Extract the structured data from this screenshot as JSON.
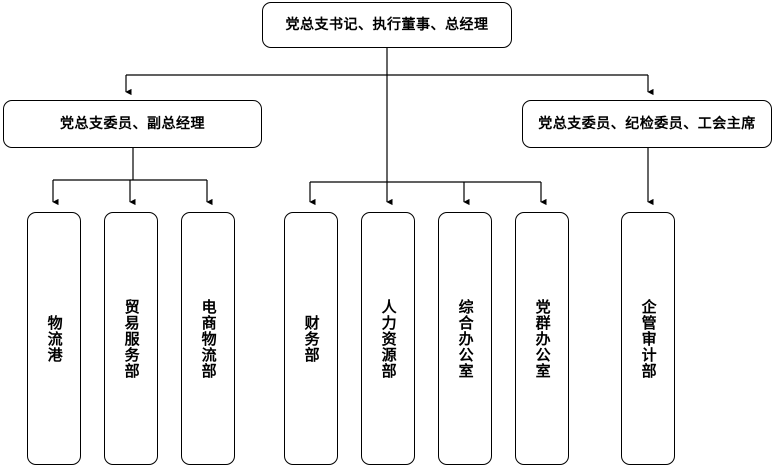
{
  "chart_data": {
    "type": "diagram",
    "diagram_kind": "organizational-chart",
    "title": "",
    "orientation": "top-down",
    "levels": 3,
    "nodes": [
      {
        "id": "n1",
        "label": "党总支书记、执行董事、总经理",
        "level": 1,
        "text_direction": "horizontal"
      },
      {
        "id": "n2",
        "label": "党总支委员、副总经理",
        "level": 2,
        "text_direction": "horizontal"
      },
      {
        "id": "n3",
        "label": "党总支委员、纪检委员、工会主席",
        "level": 2,
        "text_direction": "horizontal"
      },
      {
        "id": "n4",
        "label": "物流港",
        "level": 3,
        "text_direction": "vertical"
      },
      {
        "id": "n5",
        "label": "贸易服务部",
        "level": 3,
        "text_direction": "vertical"
      },
      {
        "id": "n6",
        "label": "电商物流部",
        "level": 3,
        "text_direction": "vertical"
      },
      {
        "id": "n7",
        "label": "财务部",
        "level": 3,
        "text_direction": "vertical"
      },
      {
        "id": "n8",
        "label": "人力资源部",
        "level": 3,
        "text_direction": "vertical"
      },
      {
        "id": "n9",
        "label": "综合办公室",
        "level": 3,
        "text_direction": "vertical"
      },
      {
        "id": "n10",
        "label": "党群办公室",
        "level": 3,
        "text_direction": "vertical"
      },
      {
        "id": "n11",
        "label": "企管审计部",
        "level": 3,
        "text_direction": "vertical"
      }
    ],
    "edges": [
      {
        "from": "n1",
        "to": "n2",
        "style": "elbow-arrow"
      },
      {
        "from": "n1",
        "to": "n3",
        "style": "elbow-arrow"
      },
      {
        "from": "n1",
        "to": "n8",
        "style": "straight-arrow"
      },
      {
        "from": "n2",
        "to": "n4",
        "style": "elbow-arrow"
      },
      {
        "from": "n2",
        "to": "n5",
        "style": "elbow-arrow"
      },
      {
        "from": "n2",
        "to": "n6",
        "style": "elbow-arrow"
      },
      {
        "from": "n1",
        "to": "n7",
        "style": "elbow-arrow"
      },
      {
        "from": "n1",
        "to": "n9",
        "style": "elbow-arrow"
      },
      {
        "from": "n1",
        "to": "n10",
        "style": "elbow-arrow"
      },
      {
        "from": "n3",
        "to": "n11",
        "style": "straight-arrow"
      }
    ],
    "colors": {
      "background": "#ffffff",
      "box_border": "#000000",
      "box_fill": "#ffffff",
      "text": "#000000",
      "connector": "#000000"
    }
  },
  "top": {
    "label": "党总支书记、执行董事、总经理"
  },
  "middle": {
    "left_label": "党总支委员、副总经理",
    "right_label": "党总支委员、纪检委员、工会主席"
  },
  "departments": [
    {
      "label": "物流港"
    },
    {
      "label": "贸易服务部"
    },
    {
      "label": "电商物流部"
    },
    {
      "label": "财务部"
    },
    {
      "label": "人力资源部"
    },
    {
      "label": "综合办公室"
    },
    {
      "label": "党群办公室"
    },
    {
      "label": "企管审计部"
    }
  ]
}
